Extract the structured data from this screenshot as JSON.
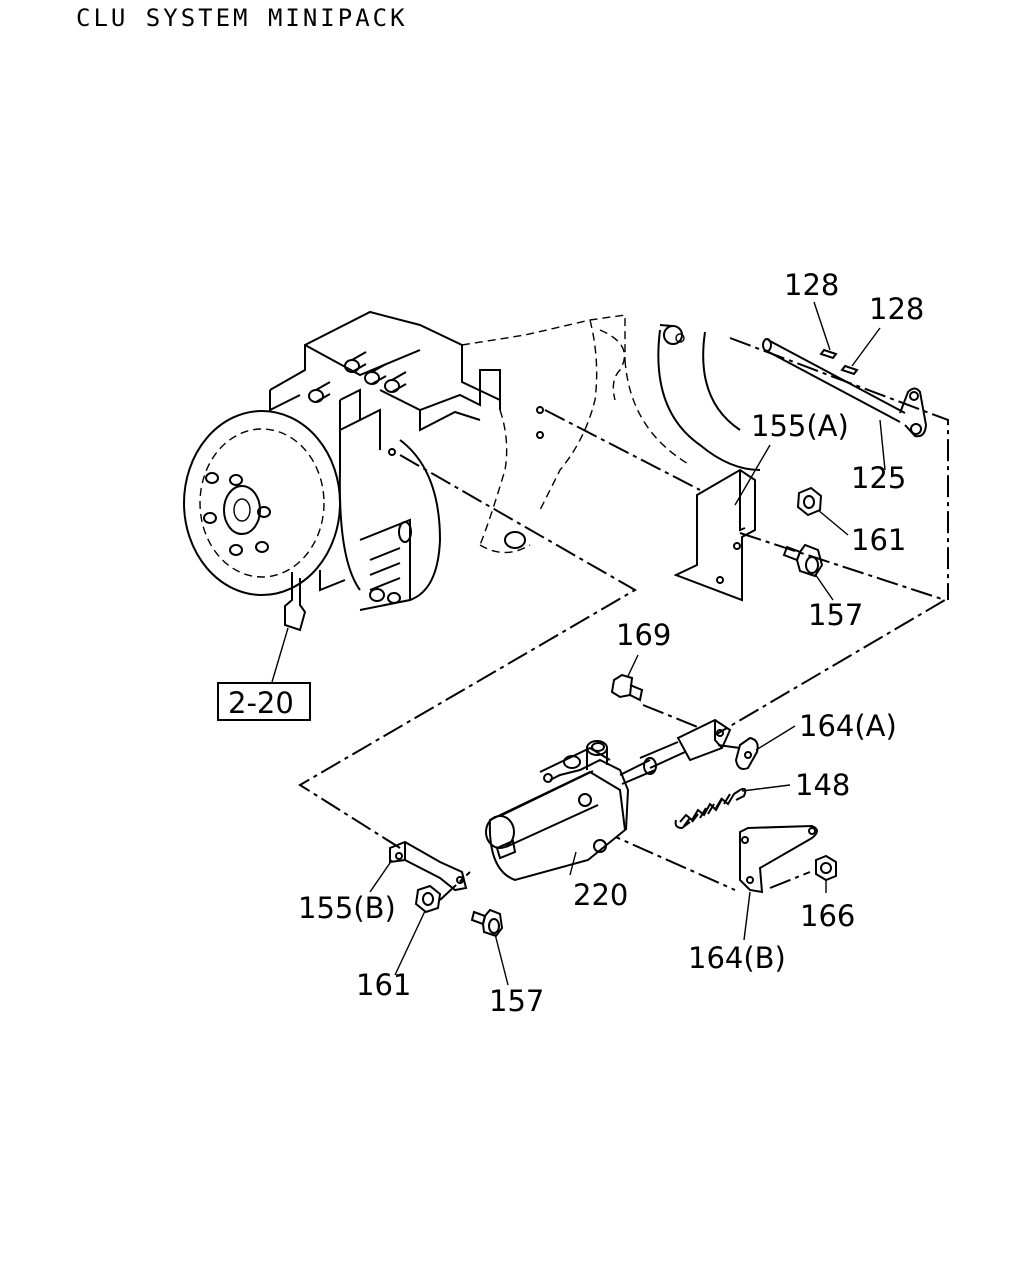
{
  "title": "CLU SYSTEM MINIPACK",
  "reference": "2-20",
  "callouts": {
    "c128a": "128",
    "c128b": "128",
    "c155a": "155(A)",
    "c125": "125",
    "c161a": "161",
    "c157a": "157",
    "c169": "169",
    "c164a": "164(A)",
    "c148": "148",
    "c220": "220",
    "c155b": "155(B)",
    "c161b": "161",
    "c157b": "157",
    "c164b": "164(B)",
    "c166": "166"
  }
}
